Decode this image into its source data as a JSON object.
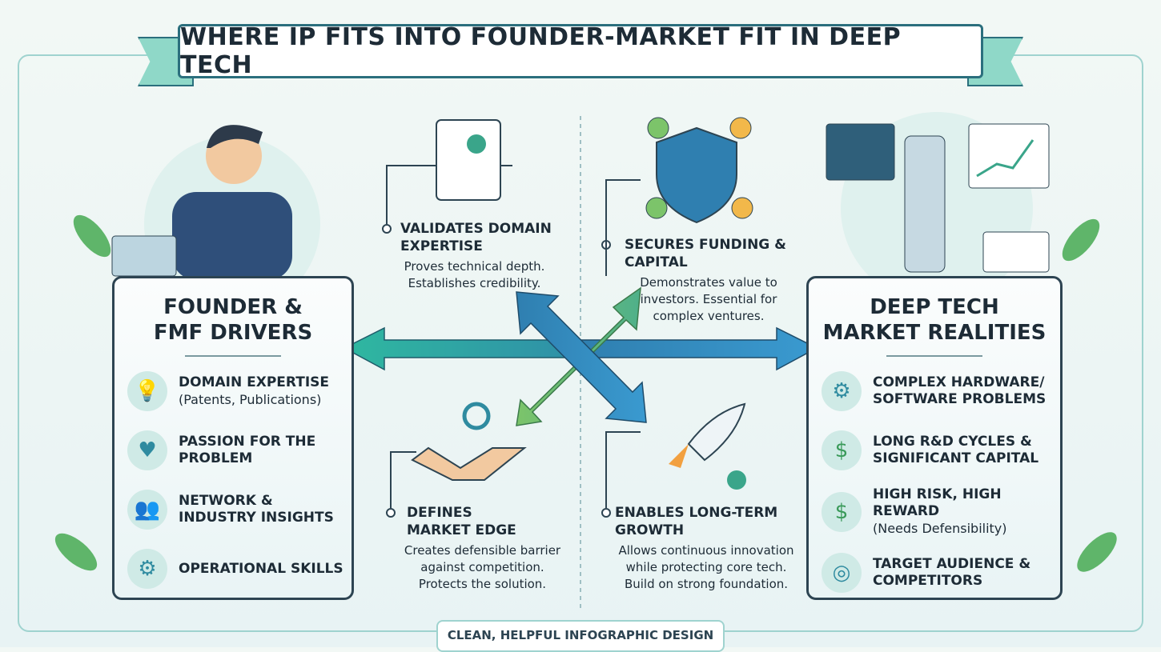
{
  "title": "WHERE IP FITS INTO FOUNDER-MARKET FIT IN DEEP TECH",
  "left_panel": {
    "heading_line1": "FOUNDER &",
    "heading_line2": "FMF DRIVERS",
    "items": [
      {
        "icon": "lightbulb-icon",
        "title": "DOMAIN EXPERTISE",
        "sub": "(Patents, Publications)"
      },
      {
        "icon": "heart-icon",
        "title": "PASSION FOR THE PROBLEM",
        "sub": ""
      },
      {
        "icon": "people-icon",
        "title": "NETWORK & INDUSTRY INSIGHTS",
        "sub": ""
      },
      {
        "icon": "gear-check-icon",
        "title": "OPERATIONAL SKILLS",
        "sub": ""
      }
    ]
  },
  "right_panel": {
    "heading_line1": "DEEP TECH",
    "heading_line2": "MARKET REALITIES",
    "items": [
      {
        "icon": "gear-icon",
        "title": "COMPLEX HARDWARE/ SOFTWARE PROBLEMS",
        "sub": ""
      },
      {
        "icon": "money-bag-icon",
        "title": "LONG R&D CYCLES & SIGNIFICANT CAPITAL",
        "sub": ""
      },
      {
        "icon": "hand-coin-icon",
        "title": "HIGH RISK, HIGH REWARD",
        "sub": "(Needs Defensibility)"
      },
      {
        "icon": "target-icon",
        "title": "TARGET AUDIENCE & COMPETITORS",
        "sub": ""
      }
    ]
  },
  "center": {
    "validates": {
      "title": "VALIDATES DOMAIN EXPERTISE",
      "text": "Proves technical depth. Establishes credibility."
    },
    "secures": {
      "title": "SECURES FUNDING & CAPITAL",
      "text": "Demonstrates value to investors. Essential for complex ventures."
    },
    "defines": {
      "title": "DEFINES MARKET EDGE",
      "text": "Creates defensible barrier against competition. Protects the solution."
    },
    "enables": {
      "title": "ENABLES LONG-TERM GROWTH",
      "text": "Allows continuous innovation while protecting core tech. Build on strong foundation."
    }
  },
  "footer": "CLEAN, HELPFUL INFOGRAPHIC DESIGN",
  "colors": {
    "teal": "#2fa39a",
    "blue": "#2f7fb0",
    "green": "#7cc46a",
    "dark": "#1d2b36"
  }
}
